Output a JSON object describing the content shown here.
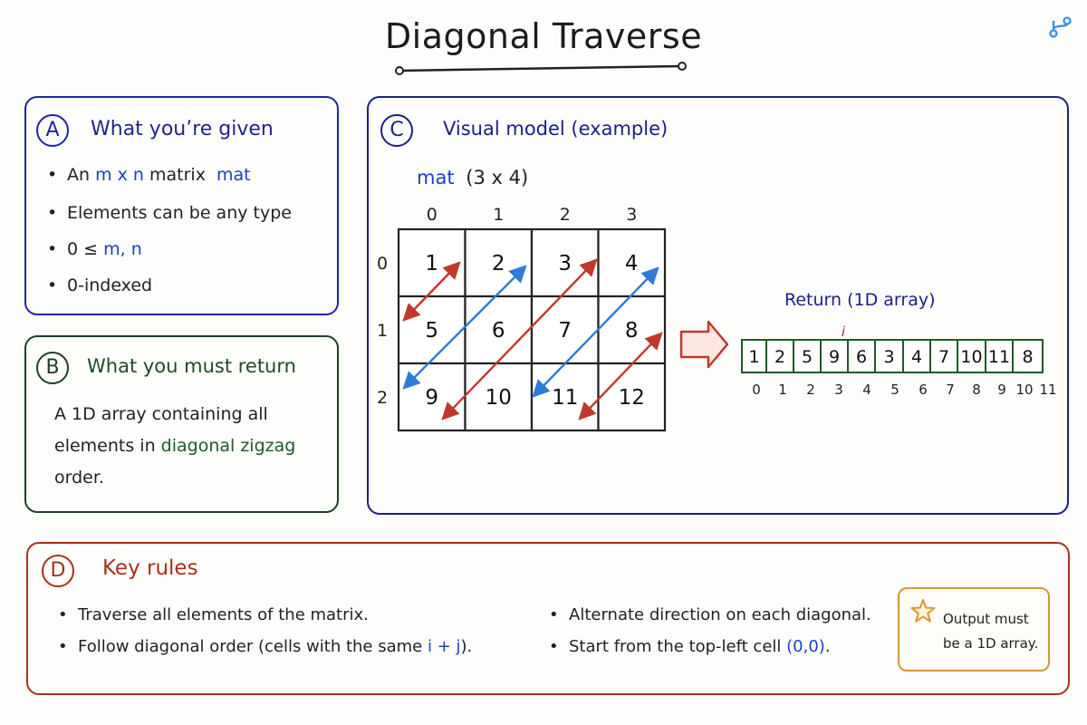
{
  "title": "Diagonal Traverse",
  "icons": {
    "corner": "branch-icon",
    "note": "star-icon",
    "arrow": "right-arrow-icon"
  },
  "colors": {
    "panel_a": "#2323a8",
    "panel_b": "#1f3f24",
    "panel_c": "#1d1f88",
    "panel_d": "#a5311d",
    "red_arrow": "#c0392b",
    "blue_arrow": "#2f7bd6",
    "accent_blue": "#1d3fc8"
  },
  "panel_a": {
    "badge": "A",
    "title": "What you’re given",
    "items": [
      {
        "pre": "An",
        "hl": "m x n",
        "mid": "matrix",
        "hl2": "mat"
      },
      {
        "text": "Elements can be any type"
      },
      {
        "pre": "0 ≤",
        "hl": "m, n"
      },
      {
        "text": "0-indexed"
      }
    ]
  },
  "panel_b": {
    "badge": "B",
    "title": "What you must return",
    "text_pre": "A 1D array containing all elements in",
    "text_hl": "diagonal zigzag",
    "text_post": "order."
  },
  "panel_c": {
    "badge": "C",
    "title": "Visual model (example)",
    "mat_name": "mat",
    "mat_dims": "(3 x 4)",
    "col_labels": [
      "0",
      "1",
      "2",
      "3"
    ],
    "row_labels": [
      "0",
      "1",
      "2"
    ],
    "matrix": [
      [
        "1",
        "2",
        "3",
        "4"
      ],
      [
        "5",
        "6",
        "7",
        "8"
      ],
      [
        "9",
        "10",
        "11",
        "12"
      ]
    ],
    "return_label": "Return (1D array)",
    "pointer": "i",
    "result": [
      "1",
      "2",
      "5",
      "9",
      "6",
      "3",
      "4",
      "7",
      "10",
      "11",
      "8"
    ],
    "result_indices": [
      "0",
      "1",
      "2",
      "3",
      "4",
      "5",
      "6",
      "7",
      "8",
      "9",
      "10",
      "11"
    ]
  },
  "panel_d": {
    "badge": "D",
    "title": "Key rules",
    "rules_left": [
      "Traverse all elements of the matrix.",
      "Follow diagonal order (cells with the same"
    ],
    "rule_hl": "i + j",
    "rule_hl_post": ").",
    "rules_right": [
      "Alternate direction on each diagonal.",
      "Start from the top-left cell"
    ],
    "rule_right_hl": "(0,0)",
    "rule_right_post": ".",
    "note": "Output must be a 1D array."
  }
}
